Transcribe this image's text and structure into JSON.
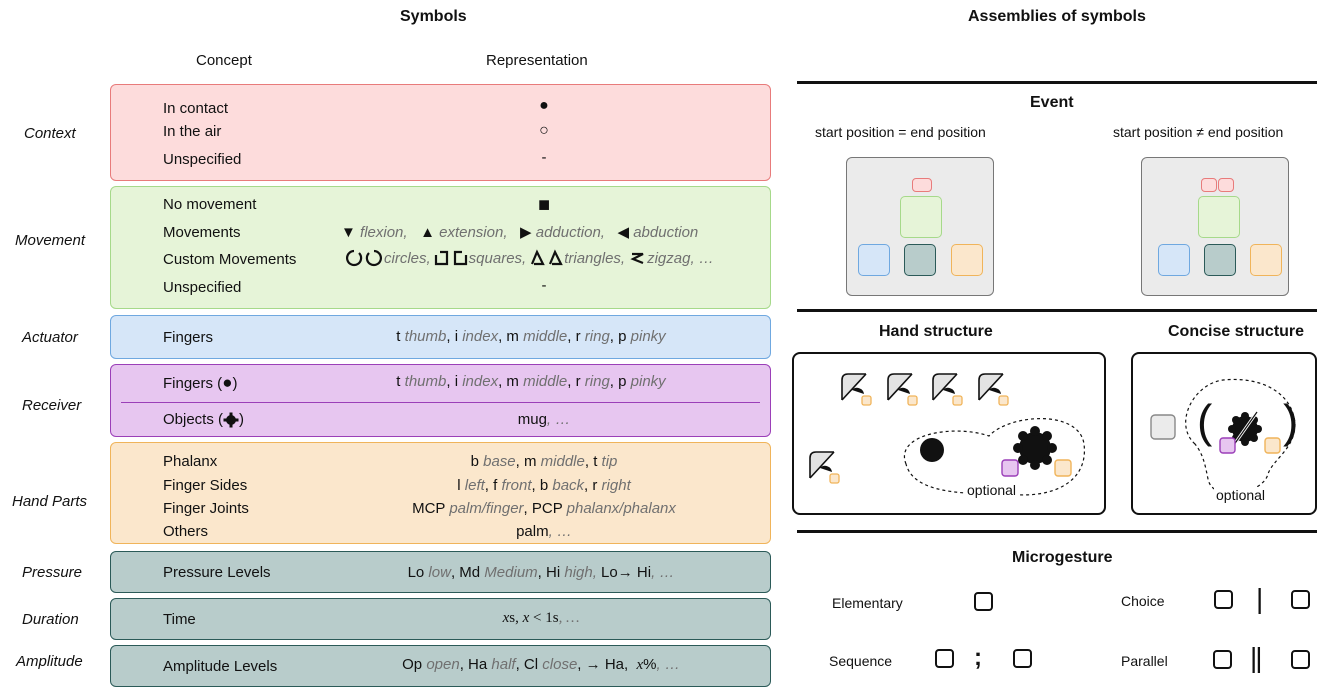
{
  "symbols": {
    "title": "Symbols",
    "concept_header": "Concept",
    "representation_header": "Representation",
    "context": {
      "category": "Context",
      "items": [
        "In contact",
        "In the air",
        "Unspecified"
      ],
      "reps": [
        "●",
        "○",
        "-"
      ]
    },
    "movement": {
      "category": "Movement",
      "items": [
        "No movement",
        "Movements",
        "Custom Movements",
        "Unspecified"
      ],
      "no_move_rep": "■",
      "unspecified_rep": "-",
      "mv": [
        "▼",
        "flexion,",
        "▲",
        "extension,",
        "▶",
        "adduction,",
        "◀",
        "abduction"
      ],
      "custom": [
        "circles,",
        "squares,",
        "triangles,",
        "zigzag, …"
      ]
    },
    "actuator": {
      "category": "Actuator",
      "item": "Fingers",
      "letters": [
        "t",
        "i",
        "m",
        "r",
        "p"
      ],
      "words": [
        "thumb",
        "index",
        "middle",
        "ring",
        "pinky"
      ]
    },
    "receiver": {
      "category": "Receiver",
      "fingers": "Fingers (",
      "objects": "Objects (",
      "close": ")",
      "letters": [
        "t",
        "i",
        "m",
        "r",
        "p"
      ],
      "words": [
        "thumb",
        "index",
        "middle",
        "ring",
        "pinky"
      ],
      "objects_rep": [
        "mug",
        ", …"
      ]
    },
    "hand_parts": {
      "category": "Hand Parts",
      "items": [
        "Phalanx",
        "Finger Sides",
        "Finger Joints",
        "Others"
      ],
      "phalanx": [
        "b",
        "base",
        "m",
        "middle",
        "t",
        "tip"
      ],
      "sides": [
        "l",
        "left",
        "f",
        "front",
        "b",
        "back",
        "r",
        "right"
      ],
      "joints": [
        "MCP",
        "palm/finger",
        "PCP",
        "phalanx/phalanx"
      ],
      "others": [
        "palm",
        ", …"
      ]
    },
    "pressure": {
      "category": "Pressure",
      "item": "Pressure Levels",
      "rep": [
        "Lo",
        "low",
        "Md",
        "Medium",
        "Hi",
        "high,",
        "Lo→ Hi",
        ", …"
      ]
    },
    "duration": {
      "category": "Duration",
      "item": "Time",
      "rep": [
        "x",
        "s,",
        "x",
        "< 1s",
        ", …"
      ]
    },
    "amplitude": {
      "category": "Amplitude",
      "item": "Amplitude Levels",
      "rep": [
        "Op",
        "open",
        "Ha",
        "half",
        "Cl",
        "close",
        "→ Ha",
        "x",
        "%",
        ", …"
      ]
    }
  },
  "assemblies": {
    "title": "Assemblies of symbols",
    "event": {
      "title": "Event",
      "left": "start position = end position",
      "right": "start position ≠ end position"
    },
    "hand_structure": {
      "title": "Hand structure",
      "optional": "optional"
    },
    "concise_structure": {
      "title": "Concise structure",
      "optional": "optional",
      "open": "(",
      "close": ")"
    },
    "microgesture": {
      "title": "Microgesture",
      "elementary": "Elementary",
      "choice": "Choice",
      "sequence": "Sequence",
      "parallel": "Parallel",
      "seq_sep": ";",
      "choice_sep": "|",
      "par_sep": "||"
    }
  },
  "colors": {
    "context": "#fddcdc",
    "context_border": "#e87b7b",
    "movement": "#e6f4d8",
    "movement_border": "#a6d98a",
    "actuator": "#d6e6f8",
    "actuator_border": "#6fa8e0",
    "receiver": "#e7c6f0",
    "receiver_border": "#9b3fb8",
    "hand_parts": "#fbe7cc",
    "hand_parts_border": "#f0b45a",
    "teal": "#b8cccb",
    "teal_border": "#2b5a58"
  }
}
